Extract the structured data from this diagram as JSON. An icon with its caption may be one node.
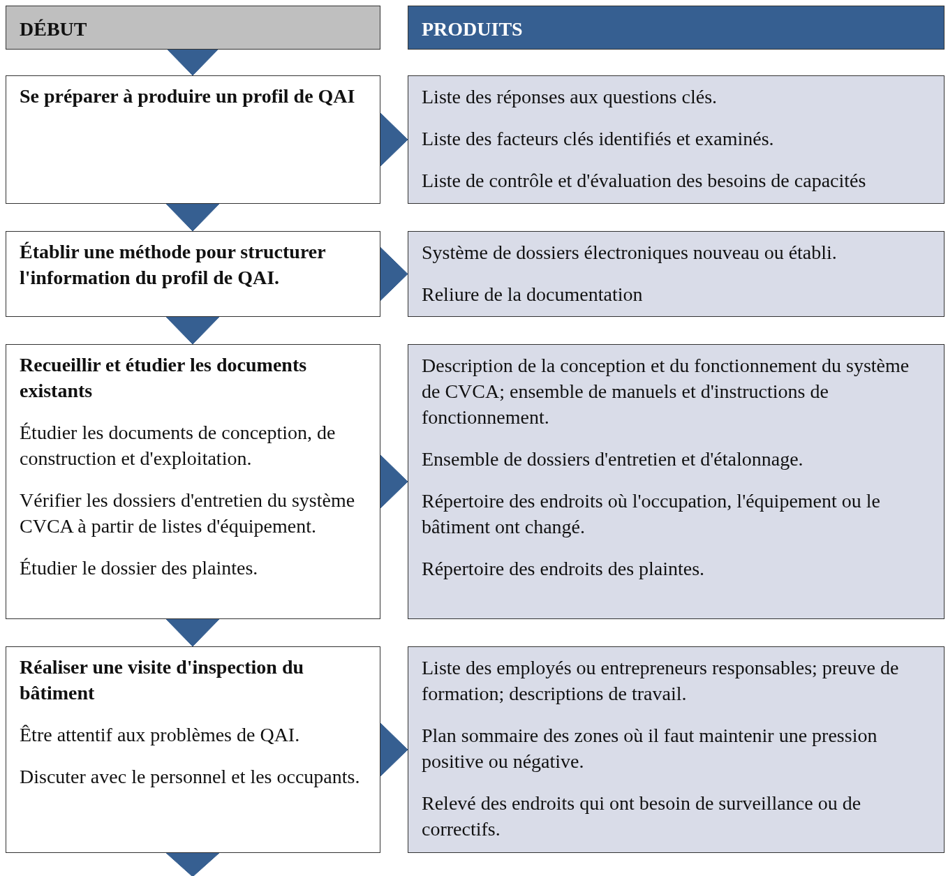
{
  "diagram": {
    "nodes": [
      {
        "text": [
          "DÉBUT"
        ]
      },
      {
        "text": [
          "PRODUITS"
        ]
      },
      {
        "text": [
          "Se préparer à produire un profil de QAI"
        ]
      },
      {
        "text": [
          "Liste des réponses aux questions clés.",
          "Liste des facteurs clés identifiés et examinés.",
          "Liste de contrôle et d'évaluation des besoins de capacités"
        ]
      },
      {
        "text": [
          "Établir une méthode pour structurer l'information du profil de QAI."
        ]
      },
      {
        "text": [
          "Système de dossiers électroniques nouveau ou établi.",
          "Reliure de la documentation"
        ]
      },
      {
        "text": [
          "Recueillir et étudier les documents existants",
          "Étudier les documents de conception, de construction et d'exploitation.",
          "Vérifier les dossiers d'entretien du système CVCA à partir de listes d'équipement.",
          "Étudier le dossier des plaintes."
        ]
      },
      {
        "text": [
          "Description de la conception et du fonctionnement du système de CVCA; ensemble de manuels et d'instructions de fonctionnement.",
          "Ensemble de dossiers d'entretien et d'étalonnage.",
          "Répertoire des endroits où l'occupation, l'équipement ou le bâtiment ont changé.",
          "Répertoire des endroits des plaintes."
        ]
      },
      {
        "text": [
          "Réaliser une visite d'inspection du bâtiment",
          "Être attentif aux problèmes de QAI.",
          "Discuter avec le personnel et les occupants."
        ]
      },
      {
        "text": [
          "Liste des employés ou entrepreneurs responsables; preuve de formation; descriptions de travail.",
          "Plan sommaire des zones où il faut maintenir une pression positive ou négative.",
          "Relevé des endroits qui ont besoin de surveillance ou de correctifs."
        ]
      }
    ],
    "edges": [
      {
        "from": 0,
        "to": 2,
        "arrow": "to"
      },
      {
        "from": 2,
        "to": 3,
        "arrow": "to"
      },
      {
        "from": 2,
        "to": 4,
        "arrow": "to"
      },
      {
        "from": 4,
        "to": 5,
        "arrow": "to"
      },
      {
        "from": 4,
        "to": 6,
        "arrow": "to"
      },
      {
        "from": 6,
        "to": 7,
        "arrow": "to"
      },
      {
        "from": 6,
        "to": 8,
        "arrow": "to"
      },
      {
        "from": 8,
        "to": 9,
        "arrow": "to"
      },
      {
        "from": 8,
        "to": null,
        "arrow": "to"
      }
    ]
  }
}
